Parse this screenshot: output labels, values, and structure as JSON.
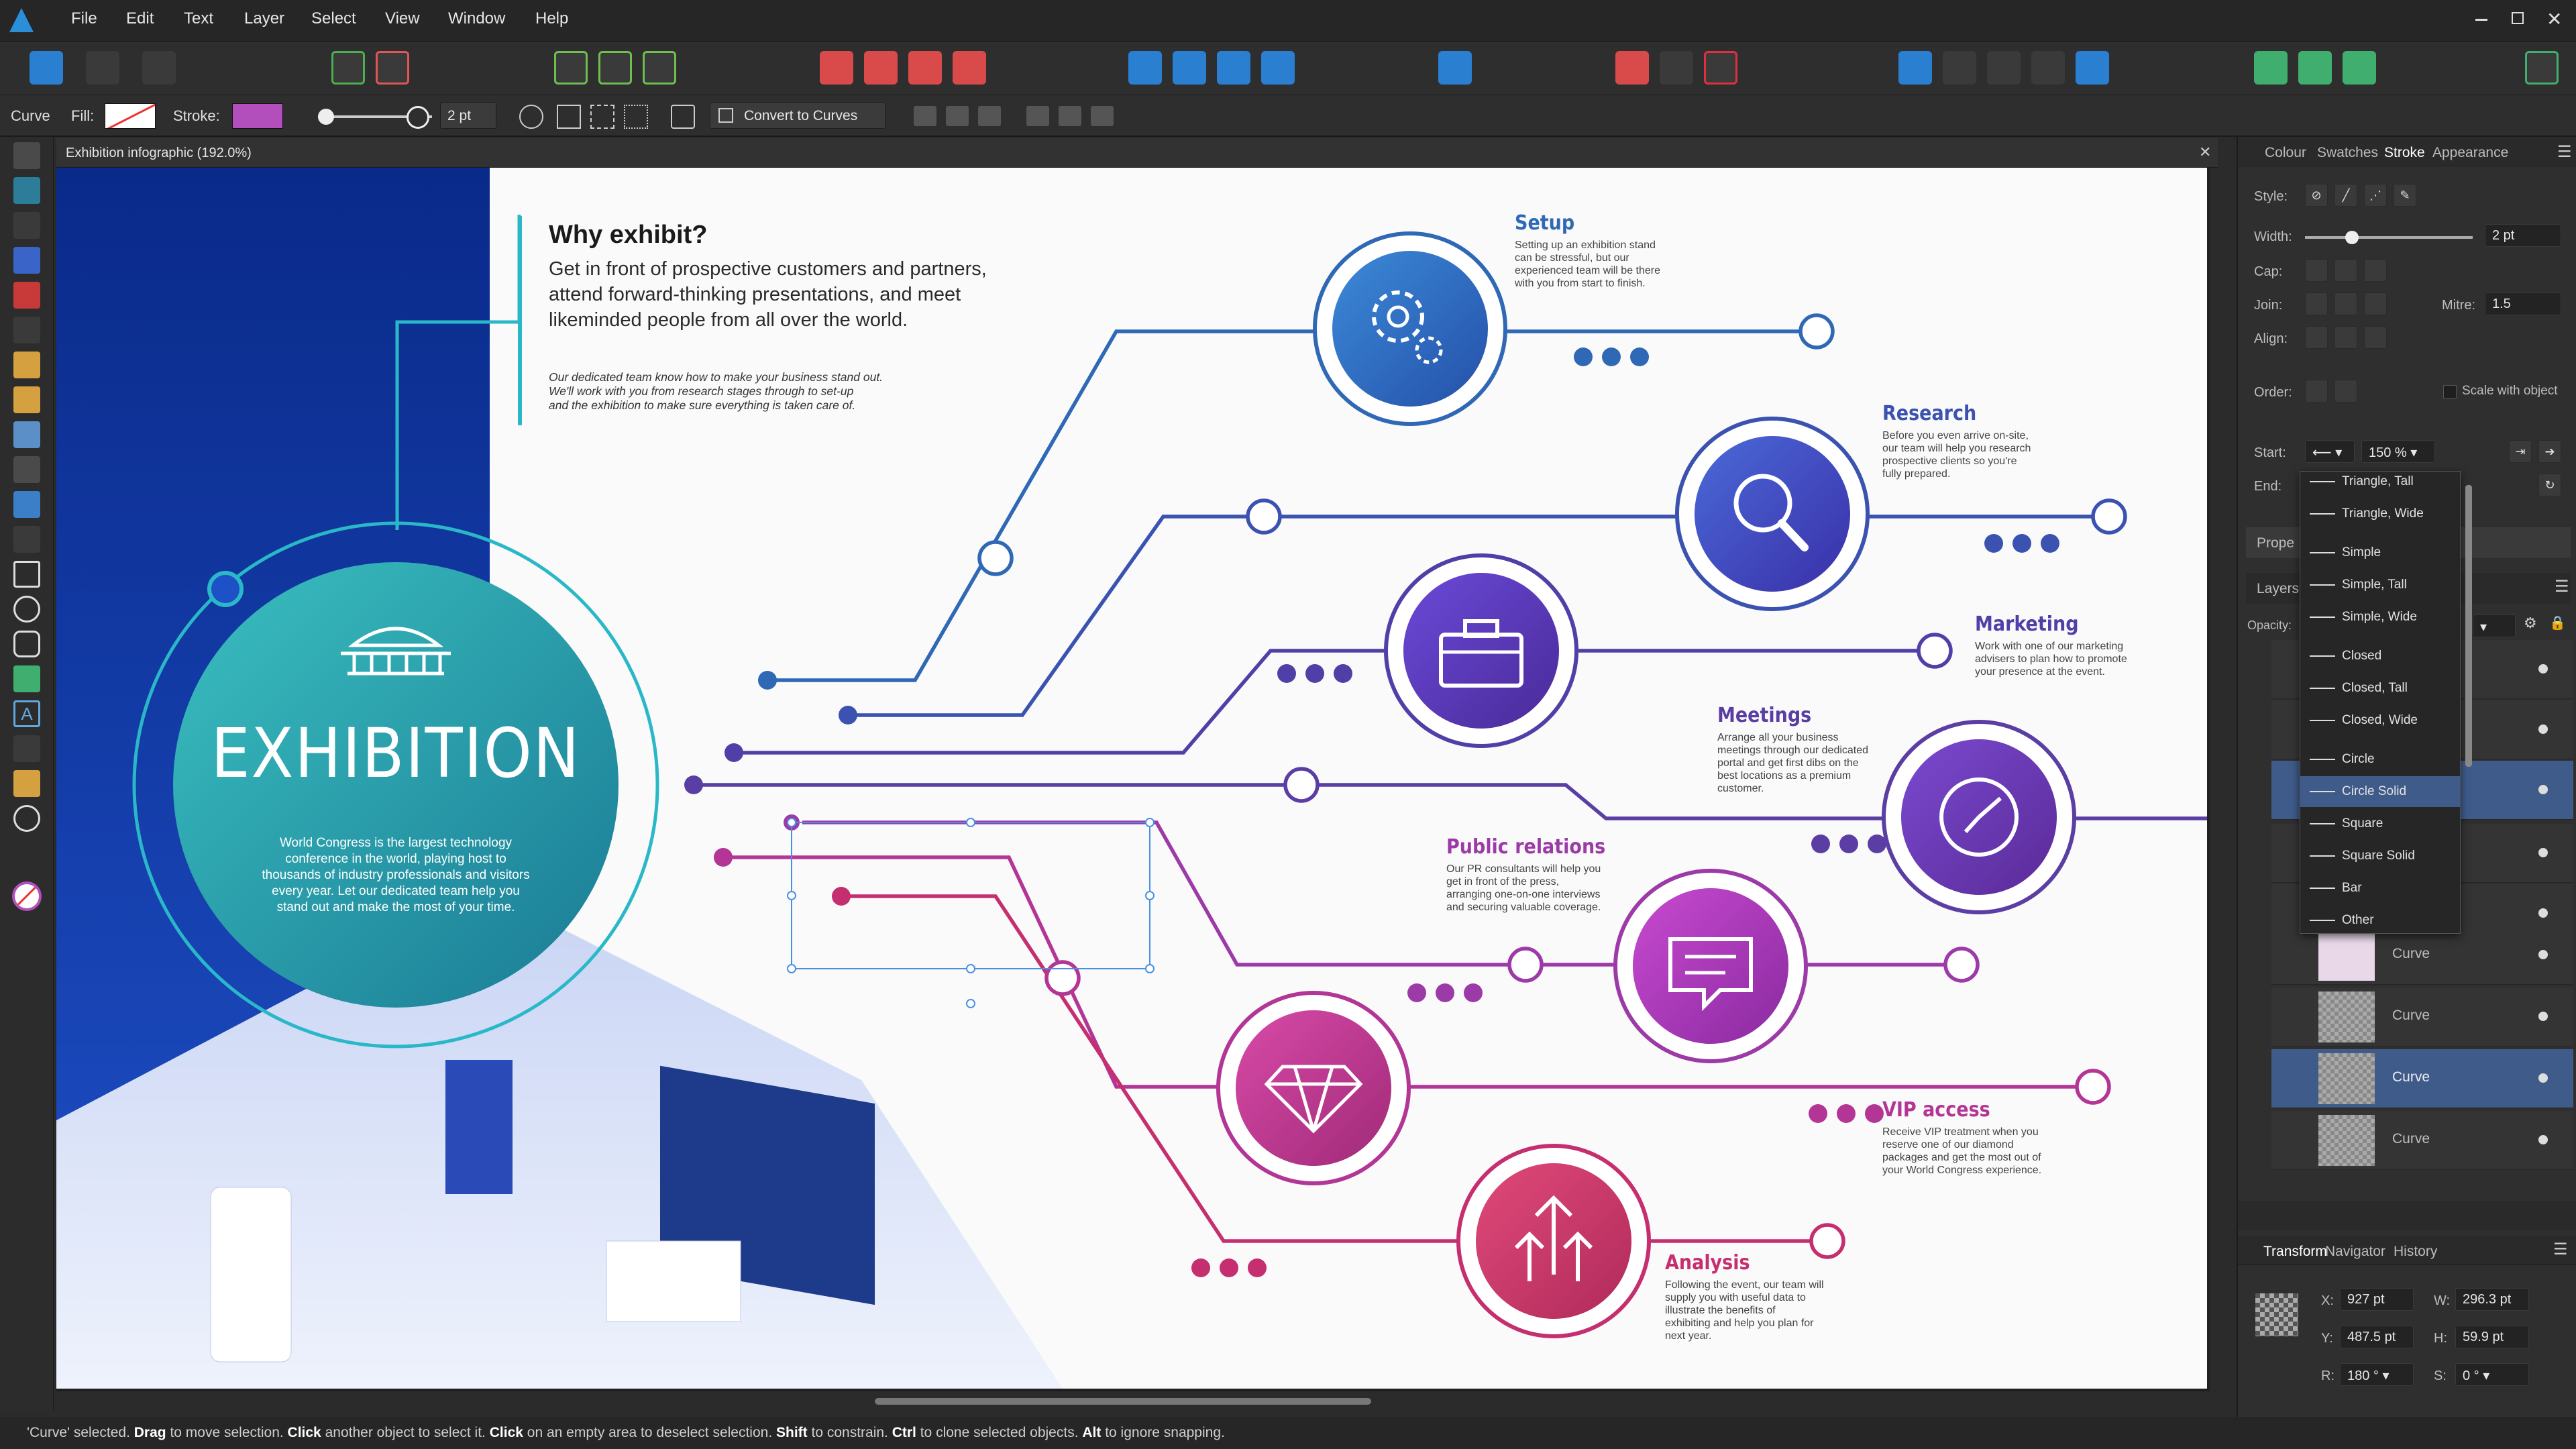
{
  "menu": {
    "items": [
      "File",
      "Edit",
      "Text",
      "Layer",
      "Select",
      "View",
      "Window",
      "Help"
    ]
  },
  "context": {
    "tool": "Curve",
    "fill_label": "Fill:",
    "stroke_label": "Stroke:",
    "stroke_color": "#b24fbd",
    "width_value": "2 pt",
    "convert_label": "Convert to Curves"
  },
  "document": {
    "tab_title": "Exhibition infographic (192.0%)"
  },
  "status": {
    "segments": [
      {
        "t": "'Curve' selected. ",
        "b": false
      },
      {
        "t": "Drag",
        "b": true
      },
      {
        "t": " to move selection. ",
        "b": false
      },
      {
        "t": "Click",
        "b": true
      },
      {
        "t": " another object to select it. ",
        "b": false
      },
      {
        "t": "Click",
        "b": true
      },
      {
        "t": " on an empty area to deselect selection. ",
        "b": false
      },
      {
        "t": "Shift",
        "b": true
      },
      {
        "t": " to constrain. ",
        "b": false
      },
      {
        "t": "Ctrl",
        "b": true
      },
      {
        "t": " to clone selected objects. ",
        "b": false
      },
      {
        "t": "Alt",
        "b": true
      },
      {
        "t": " to ignore snapping.",
        "b": false
      }
    ]
  },
  "panel": {
    "tabs": [
      "Colour",
      "Swatches",
      "Stroke",
      "Appearance"
    ],
    "style_label": "Style:",
    "width_label": "Width:",
    "width_value": "2 pt",
    "cap_label": "Cap:",
    "join_label": "Join:",
    "mitre_label": "Mitre:",
    "mitre_value": "1.5",
    "align_label": "Align:",
    "order_label": "Order:",
    "scale_label": "Scale with object",
    "start_label": "Start:",
    "start_scale": "150 %",
    "end_label": "End:",
    "props_tab": "Prope",
    "layers_tab": "Layers",
    "opacity_label": "Opacity:",
    "arrowheads": [
      "Triangle, Tall",
      "Triangle, Wide",
      "Simple",
      "Simple, Tall",
      "Simple, Wide",
      "Closed",
      "Closed, Tall",
      "Closed, Wide",
      "Circle",
      "Circle Solid",
      "Square",
      "Square Solid",
      "Bar",
      "Other"
    ],
    "selected_arrowhead": "Circle Solid",
    "layers": [
      "Curve",
      "Curve",
      "Curve",
      "Curve"
    ],
    "bottom_tabs": [
      "Transform",
      "Navigator",
      "History"
    ],
    "transform": {
      "x": "927 pt",
      "y": "487.5 pt",
      "w": "296.3 pt",
      "h": "59.9 pt",
      "r": "180 °",
      "s": "0 °",
      "x_label": "X:",
      "y_label": "Y:",
      "w_label": "W:",
      "h_label": "H:",
      "r_label": "R:",
      "s_label": "S:"
    }
  },
  "infographic": {
    "why_title": "Why exhibit?",
    "why_lead": "Get in front of prospective customers and partners, attend forward-thinking presentations, and meet likeminded people from all over the world.",
    "why_body": "Our dedicated team know how to make your business stand out. We'll work with you from research stages through to set-up and the exhibition to make sure everything is taken care of.",
    "exhibition_title": "EXHIBITION",
    "exhibition_body": "World Congress is the largest technology conference in the world, playing host to thousands of industry professionals and visitors every year. Let our dedicated team help you stand out and make the most of your time.",
    "items": [
      {
        "title": "Setup",
        "text": "Setting up an exhibition stand can be stressful, but our experienced team will be there with you from start to finish.",
        "color": "#2f68b4"
      },
      {
        "title": "Research",
        "text": "Before you even arrive on-site, our team will help you research prospective clients so you're fully prepared.",
        "color": "#3b52b0"
      },
      {
        "title": "Marketing",
        "text": "Work with one of our marketing advisers to plan how to promote your presence at the event.",
        "color": "#4f40a8"
      },
      {
        "title": "Meetings",
        "text": "Arrange all your business meetings through our dedicated portal and get first dibs on the best locations as a premium customer.",
        "color": "#5b3ea4"
      },
      {
        "title": "Public relations",
        "text": "Our PR consultants will help you get in front of the press, arranging one-on-one interviews and securing valuable coverage.",
        "color": "#9c3aa8"
      },
      {
        "title": "VIP access",
        "text": "Receive VIP treatment when you reserve one of our diamond packages and get the most out of your World Congress experience.",
        "color": "#b33595"
      },
      {
        "title": "Analysis",
        "text": "Following the event, our team will supply you with useful data to illustrate the benefits of exhibiting and help you plan for next year.",
        "color": "#c62f6f"
      }
    ]
  }
}
